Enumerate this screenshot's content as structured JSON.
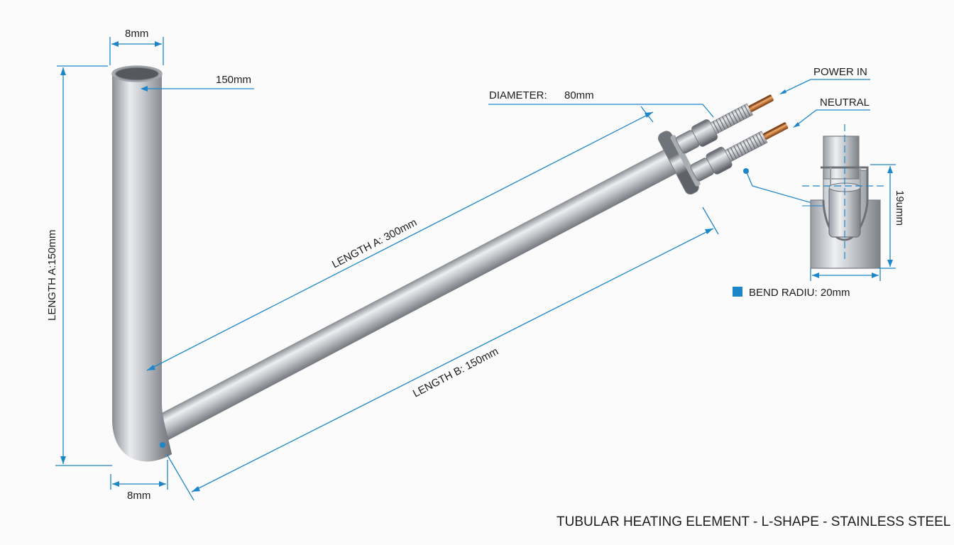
{
  "labels": {
    "top_width": "8mm",
    "bottom_width": "8mm",
    "top_callout": "150mm",
    "vertical_length": "LENGTH A:150mm",
    "diagonal_length_a": "LENGTH A: 300mm",
    "diagonal_length_b": "LENGTH B: 150mm",
    "diameter_label": "DIAMETER:",
    "diameter_value": "80mm",
    "power_in": "POWER IN",
    "neutral": "NEUTRAL",
    "detail_height": "19umm",
    "bend_radius": "BEND RADIU: 20mm",
    "title": "TUBULAR HEATING ELEMENT - L-SHAPE - STAINLESS STEEL"
  },
  "colors": {
    "dimension_blue": "#1d86c9",
    "steel_dark": "#8c9096",
    "steel_light": "#eef0f2",
    "copper": "#b5652a",
    "background": "#fbfbfb"
  }
}
